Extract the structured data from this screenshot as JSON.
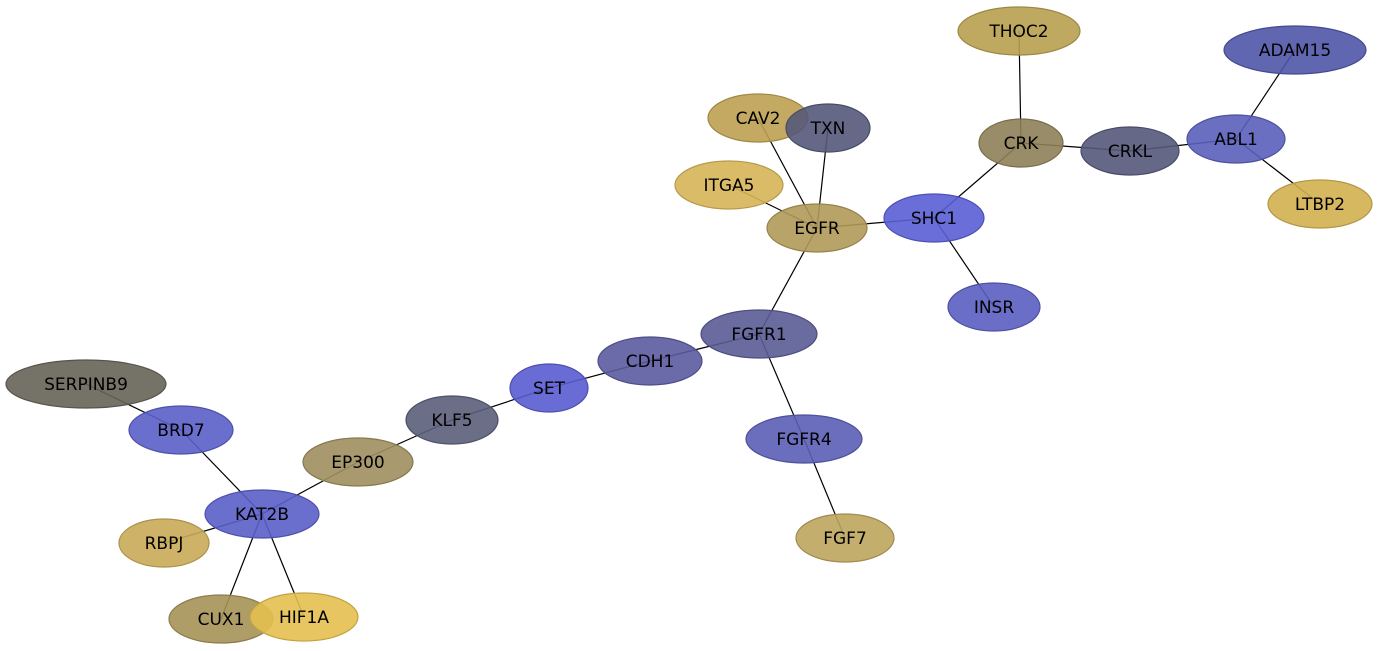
{
  "nodes": [
    {
      "id": "THOC2",
      "color": "#b8a050"
    },
    {
      "id": "ADAM15",
      "color": "#5055a8"
    },
    {
      "id": "CAV2",
      "color": "#bca050"
    },
    {
      "id": "TXN",
      "color": "#55587a"
    },
    {
      "id": "CRK",
      "color": "#8e8058"
    },
    {
      "id": "CRKL",
      "color": "#55587a"
    },
    {
      "id": "ABL1",
      "color": "#5a5fbb"
    },
    {
      "id": "ITGA5",
      "color": "#d6b558"
    },
    {
      "id": "EGFR",
      "color": "#b09a58"
    },
    {
      "id": "SHC1",
      "color": "#5a5ed4"
    },
    {
      "id": "LTBP2",
      "color": "#d2b050"
    },
    {
      "id": "INSR",
      "color": "#5a5ec0"
    },
    {
      "id": "FGFR1",
      "color": "#5a5b95"
    },
    {
      "id": "CDH1",
      "color": "#5a5b9f"
    },
    {
      "id": "SET",
      "color": "#5a5cd0"
    },
    {
      "id": "SERPINB9",
      "color": "#666458"
    },
    {
      "id": "KLF5",
      "color": "#5b5e7a"
    },
    {
      "id": "BRD7",
      "color": "#5a5fc8"
    },
    {
      "id": "FGFR4",
      "color": "#5a5eb5"
    },
    {
      "id": "EP300",
      "color": "#9e8e5e"
    },
    {
      "id": "KAT2B",
      "color": "#5a5ec8"
    },
    {
      "id": "FGF7",
      "color": "#bca55e"
    },
    {
      "id": "RBPJ",
      "color": "#c8aa58"
    },
    {
      "id": "CUX1",
      "color": "#a69258"
    },
    {
      "id": "HIF1A",
      "color": "#e4c050"
    }
  ],
  "edges": [
    [
      "THOC2",
      "CRK"
    ],
    [
      "CRK",
      "CRKL"
    ],
    [
      "CRKL",
      "ABL1"
    ],
    [
      "ABL1",
      "ADAM15"
    ],
    [
      "ABL1",
      "LTBP2"
    ],
    [
      "CRK",
      "SHC1"
    ],
    [
      "SHC1",
      "INSR"
    ],
    [
      "SHC1",
      "EGFR"
    ],
    [
      "CAV2",
      "EGFR"
    ],
    [
      "TXN",
      "EGFR"
    ],
    [
      "ITGA5",
      "EGFR"
    ],
    [
      "EGFR",
      "FGFR1"
    ],
    [
      "FGFR1",
      "CDH1"
    ],
    [
      "FGFR1",
      "FGFR4"
    ],
    [
      "FGFR4",
      "FGF7"
    ],
    [
      "CDH1",
      "SET"
    ],
    [
      "SET",
      "KLF5"
    ],
    [
      "KLF5",
      "EP300"
    ],
    [
      "EP300",
      "KAT2B"
    ],
    [
      "SERPINB9",
      "BRD7"
    ],
    [
      "BRD7",
      "KAT2B"
    ],
    [
      "KAT2B",
      "RBPJ"
    ],
    [
      "KAT2B",
      "CUX1"
    ],
    [
      "KAT2B",
      "HIF1A"
    ]
  ]
}
